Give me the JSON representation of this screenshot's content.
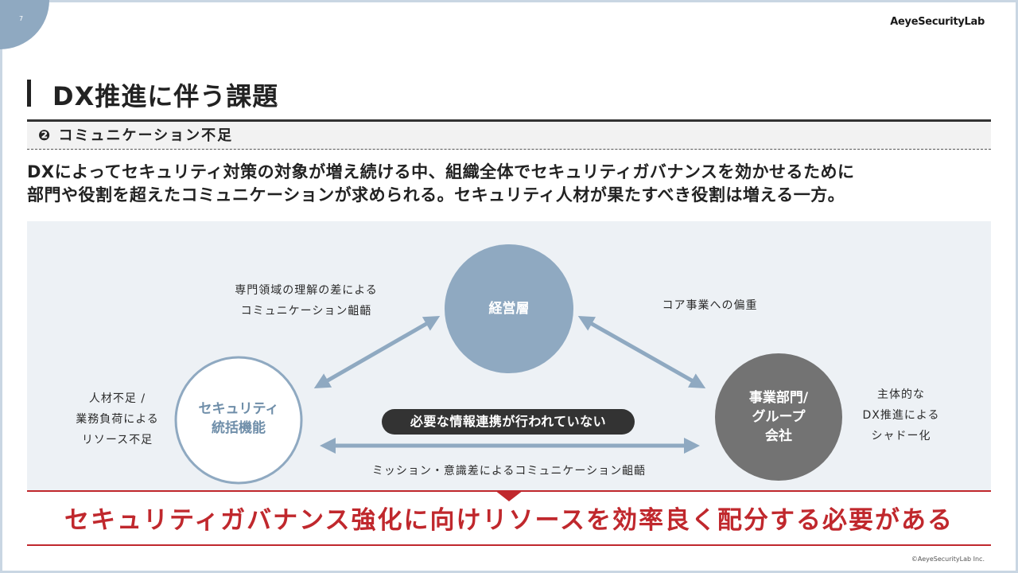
{
  "page_number": "7",
  "brand": "AeyeSecurityLab",
  "title": "DX推進に伴う課題",
  "subtitle": "❷ コミュニケーション不足",
  "lead": {
    "line1": "DXによってセキュリティ対策の対象が増え続ける中、組織全体でセキュリティガバナンスを効かせるために",
    "line2": "部門や役割を超えたコミュニケーションが求められる。セキュリティ人材が果たすべき役割は増える一方。"
  },
  "diagram": {
    "management": "経営層",
    "security_line1": "セキュリティ",
    "security_line2": "統括機能",
    "business_line1": "事業部門/",
    "business_line2": "グループ",
    "business_line3": "会社",
    "label_top_left_line1": "専門領域の理解の差による",
    "label_top_left_line2": "コミュニケーション齟齬",
    "label_top_right": "コア事業への偏重",
    "label_left_line1": "人材不足 /",
    "label_left_line2": "業務負荷による",
    "label_left_line3": "リソース不足",
    "label_right_line1": "主体的な",
    "label_right_line2": "DX推進による",
    "label_right_line3": "シャドー化",
    "pill": "必要な情報連携が行われていない",
    "label_bottom": "ミッション・意識差によるコミュニケーション齟齬"
  },
  "conclusion": "セキュリティガバナンス強化に向けリソースを効率良く配分する必要がある",
  "copyright": "©AeyeSecurityLab Inc.",
  "colors": {
    "management_circle": "#8fa9c1",
    "security_circle_border": "#8fa9c1",
    "business_circle": "#737373",
    "arrow": "#8fa9c1",
    "accent_red": "#c0282d",
    "panel_bg": "#edf1f5"
  }
}
